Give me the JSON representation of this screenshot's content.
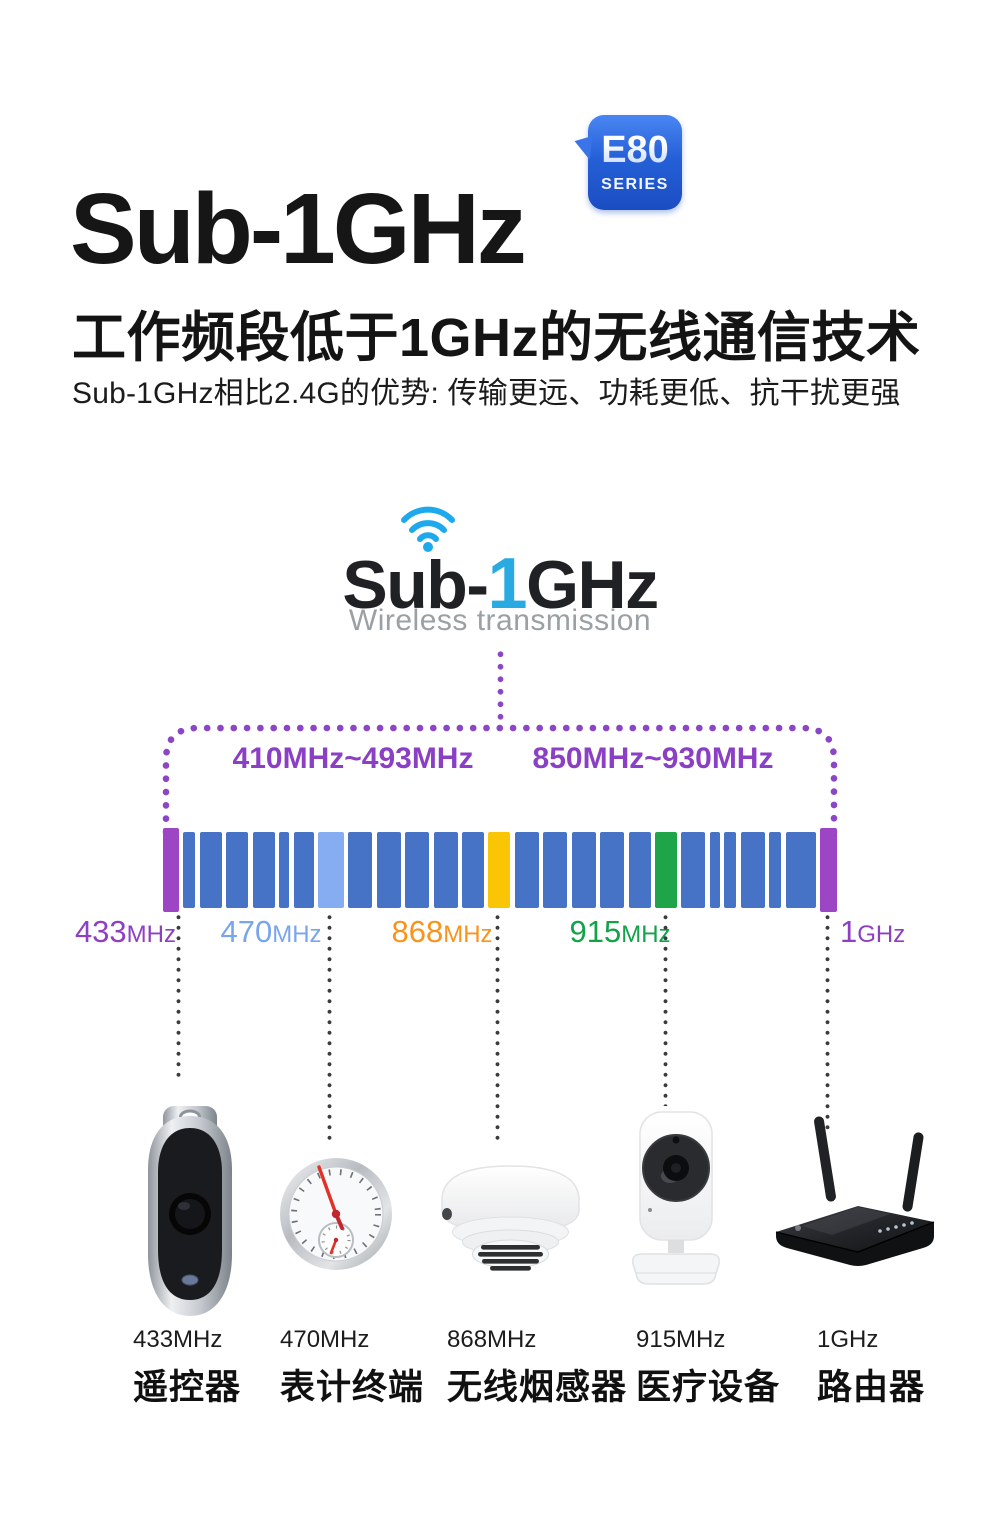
{
  "header": {
    "title": "Sub-1GHz",
    "badge": {
      "line1": "E80",
      "line2": "SERIES"
    },
    "heading": "工作频段低于1GHz的无线通信技术",
    "subtitle": "Sub-1GHz相比2.4G的优势: 传输更远、功耗更低、抗干扰更强"
  },
  "hero": {
    "brand_prefix": "Sub-",
    "brand_highlight": "1",
    "brand_suffix": "GHz",
    "highlight_color": "#29abe2",
    "wifi_color": "#1da9ec",
    "subtext": "Wireless transmission"
  },
  "spectrum": {
    "range_left": "410MHz~493MHz",
    "range_right": "850MHz~930MHz",
    "range_color": "#8b3fc4",
    "bracket_color": "#8b46c6",
    "colors": {
      "purple": "#9c45c5",
      "blue": "#4673c5",
      "lightblue": "#86acf1",
      "yellow": "#f9c505",
      "green": "#1ea449"
    },
    "segments": [
      {
        "c": "purple",
        "w": 16
      },
      {
        "c": "blue",
        "w": 12
      },
      {
        "c": "blue",
        "w": 22
      },
      {
        "c": "blue",
        "w": 22
      },
      {
        "c": "blue",
        "w": 22
      },
      {
        "c": "blue",
        "w": 10
      },
      {
        "c": "blue",
        "w": 20
      },
      {
        "c": "lightblue",
        "w": 26
      },
      {
        "c": "blue",
        "w": 24
      },
      {
        "c": "blue",
        "w": 24
      },
      {
        "c": "blue",
        "w": 24
      },
      {
        "c": "blue",
        "w": 24
      },
      {
        "c": "blue",
        "w": 22
      },
      {
        "c": "yellow",
        "w": 22
      },
      {
        "c": "blue",
        "w": 24
      },
      {
        "c": "blue",
        "w": 24
      },
      {
        "c": "blue",
        "w": 24
      },
      {
        "c": "blue",
        "w": 24
      },
      {
        "c": "blue",
        "w": 22
      },
      {
        "c": "green",
        "w": 22
      },
      {
        "c": "blue",
        "w": 24
      },
      {
        "c": "blue",
        "w": 10
      },
      {
        "c": "blue",
        "w": 12
      },
      {
        "c": "blue",
        "w": 24
      },
      {
        "c": "blue",
        "w": 12
      },
      {
        "c": "blue",
        "w": 30
      },
      {
        "c": "purple",
        "w": 17
      }
    ],
    "markers": [
      {
        "value": "433",
        "unit": "MHz",
        "color": "#8f3fc2"
      },
      {
        "value": "470",
        "unit": "MHz",
        "color": "#79a5ee"
      },
      {
        "value": "868",
        "unit": "MHz",
        "color": "#f8941c"
      },
      {
        "value": "915",
        "unit": "MHz",
        "color": "#13a24a"
      },
      {
        "value": "1",
        "unit": "GHz",
        "color": "#8f3fc2"
      }
    ]
  },
  "products": [
    {
      "freq": "433MHz",
      "name": "遥控器",
      "icon": "remote-control"
    },
    {
      "freq": "470MHz",
      "name": "表计终端",
      "icon": "thermo-hygrometer"
    },
    {
      "freq": "868MHz",
      "name": "无线烟感器",
      "icon": "smoke-detector"
    },
    {
      "freq": "915MHz",
      "name": "医疗设备",
      "icon": "monitor-camera"
    },
    {
      "freq": "1GHz",
      "name": "路由器",
      "icon": "wifi-router"
    }
  ]
}
